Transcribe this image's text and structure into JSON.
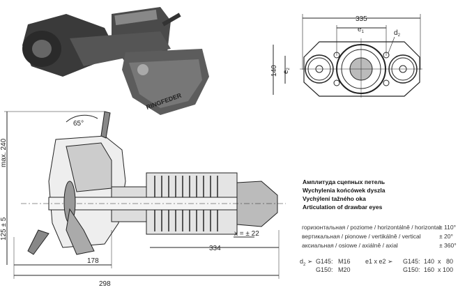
{
  "photo": {
    "logo_text": "RINGFEDER"
  },
  "front_view": {
    "width_dim": "335",
    "e1_label": "e",
    "e1_sub": "1",
    "d2_label": "d",
    "d2_sub": "2",
    "height_dim": "140",
    "e2_label": "e",
    "e2_sub": "2"
  },
  "side_view": {
    "angle": "65°",
    "max_height": "max. 240",
    "eye_height": "125 ± 5",
    "dim_178": "178",
    "dim_298": "298",
    "dim_334": "334",
    "x_travel": "x = ± 22"
  },
  "articulation": {
    "headings": [
      "Амплитуда сцепных петель",
      "Wychylenia końcówek dyszla",
      "Vychýlení tažného oka",
      "Articulation of drawbar eyes"
    ],
    "rows": [
      {
        "label": "горизонтальная / poziome / horizontálně / horizontal",
        "value": "± 110°"
      },
      {
        "label": "вертикальная / pionowe / vertikálně / vertical",
        "value": "± 20°"
      },
      {
        "label": "аксиальная / osiowe / axiálně / axial",
        "value": "± 360°"
      }
    ]
  },
  "specs": {
    "d2_label": "d",
    "d2_sub": "2",
    "arrow": "➢",
    "d2_rows": [
      {
        "model": "G145:",
        "value": "M16"
      },
      {
        "model": "G150:",
        "value": "M20"
      }
    ],
    "e_label": "e1 x e2",
    "e_rows": [
      {
        "model": "G145:",
        "value": "140  x   80"
      },
      {
        "model": "G150:",
        "value": "160  x 100"
      }
    ]
  }
}
